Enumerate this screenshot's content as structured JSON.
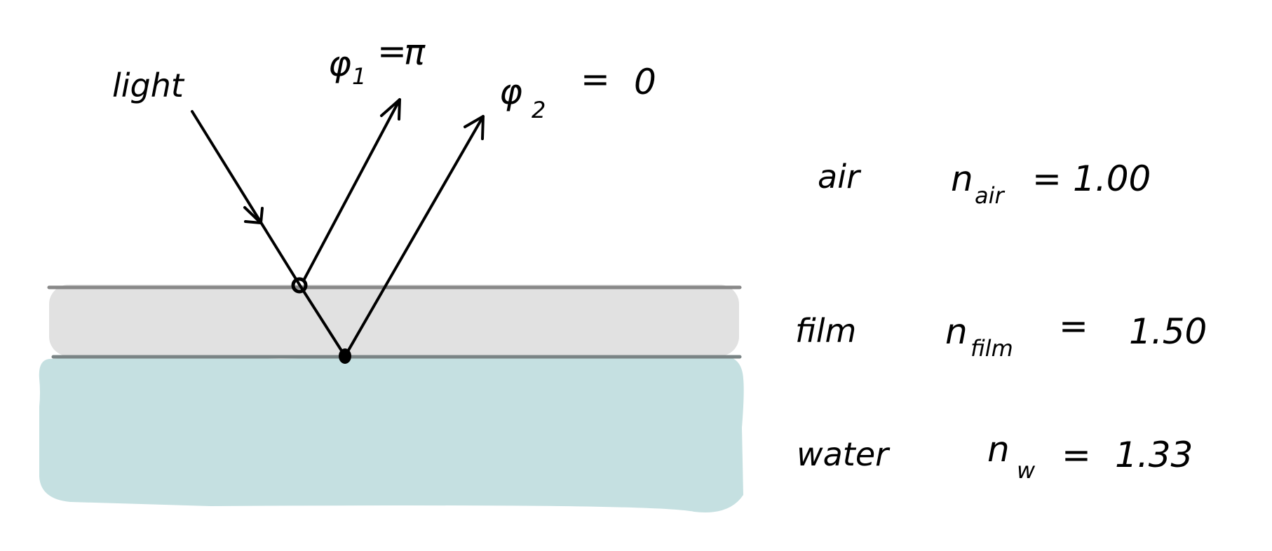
{
  "title": "Thin film interference: film on water",
  "incident": {
    "label": "light"
  },
  "reflections": [
    {
      "symbol": "φ",
      "subscript": "1",
      "equals": "=",
      "value": "π"
    },
    {
      "symbol": "φ",
      "subscript": "2",
      "equals": "=",
      "value": "0"
    }
  ],
  "media": [
    {
      "name": "air",
      "n_symbol": "n",
      "n_subscript": "air",
      "equals": "=",
      "n_value": "1.00",
      "color": "#ffffff"
    },
    {
      "name": "film",
      "n_symbol": "n",
      "n_subscript": "film",
      "equals": "=",
      "n_value": "1.50",
      "color": "#e1e1e1"
    },
    {
      "name": "water",
      "n_symbol": "n",
      "n_subscript": "w",
      "equals": "=",
      "n_value": "1.33",
      "color": "#c5e0e1"
    }
  ],
  "colors": {
    "ink": "#000000",
    "interface_line": "#888888",
    "film_fill": "#e1e1e1",
    "water_fill": "#c5e0e1"
  }
}
